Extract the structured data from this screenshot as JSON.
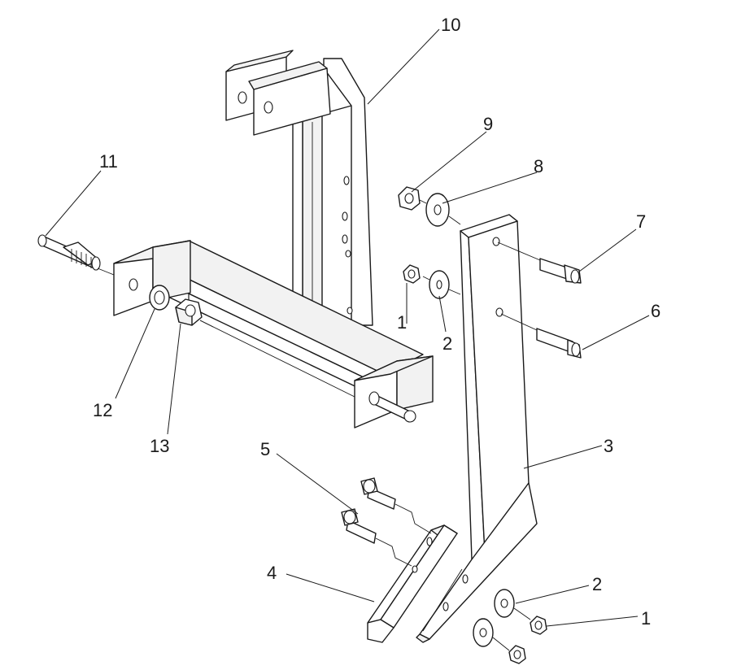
{
  "callouts": {
    "c10": "10",
    "c9": "9",
    "c8": "8",
    "c11": "11",
    "c7": "7",
    "c1_upper": "1",
    "c2_upper": "2",
    "c6": "6",
    "c12": "12",
    "c13": "13",
    "c3": "3",
    "c5": "5",
    "c4": "4",
    "c2_lower": "2",
    "c1_lower": "1"
  },
  "colors": {
    "line": "#1a1a1a",
    "background": "#ffffff"
  }
}
